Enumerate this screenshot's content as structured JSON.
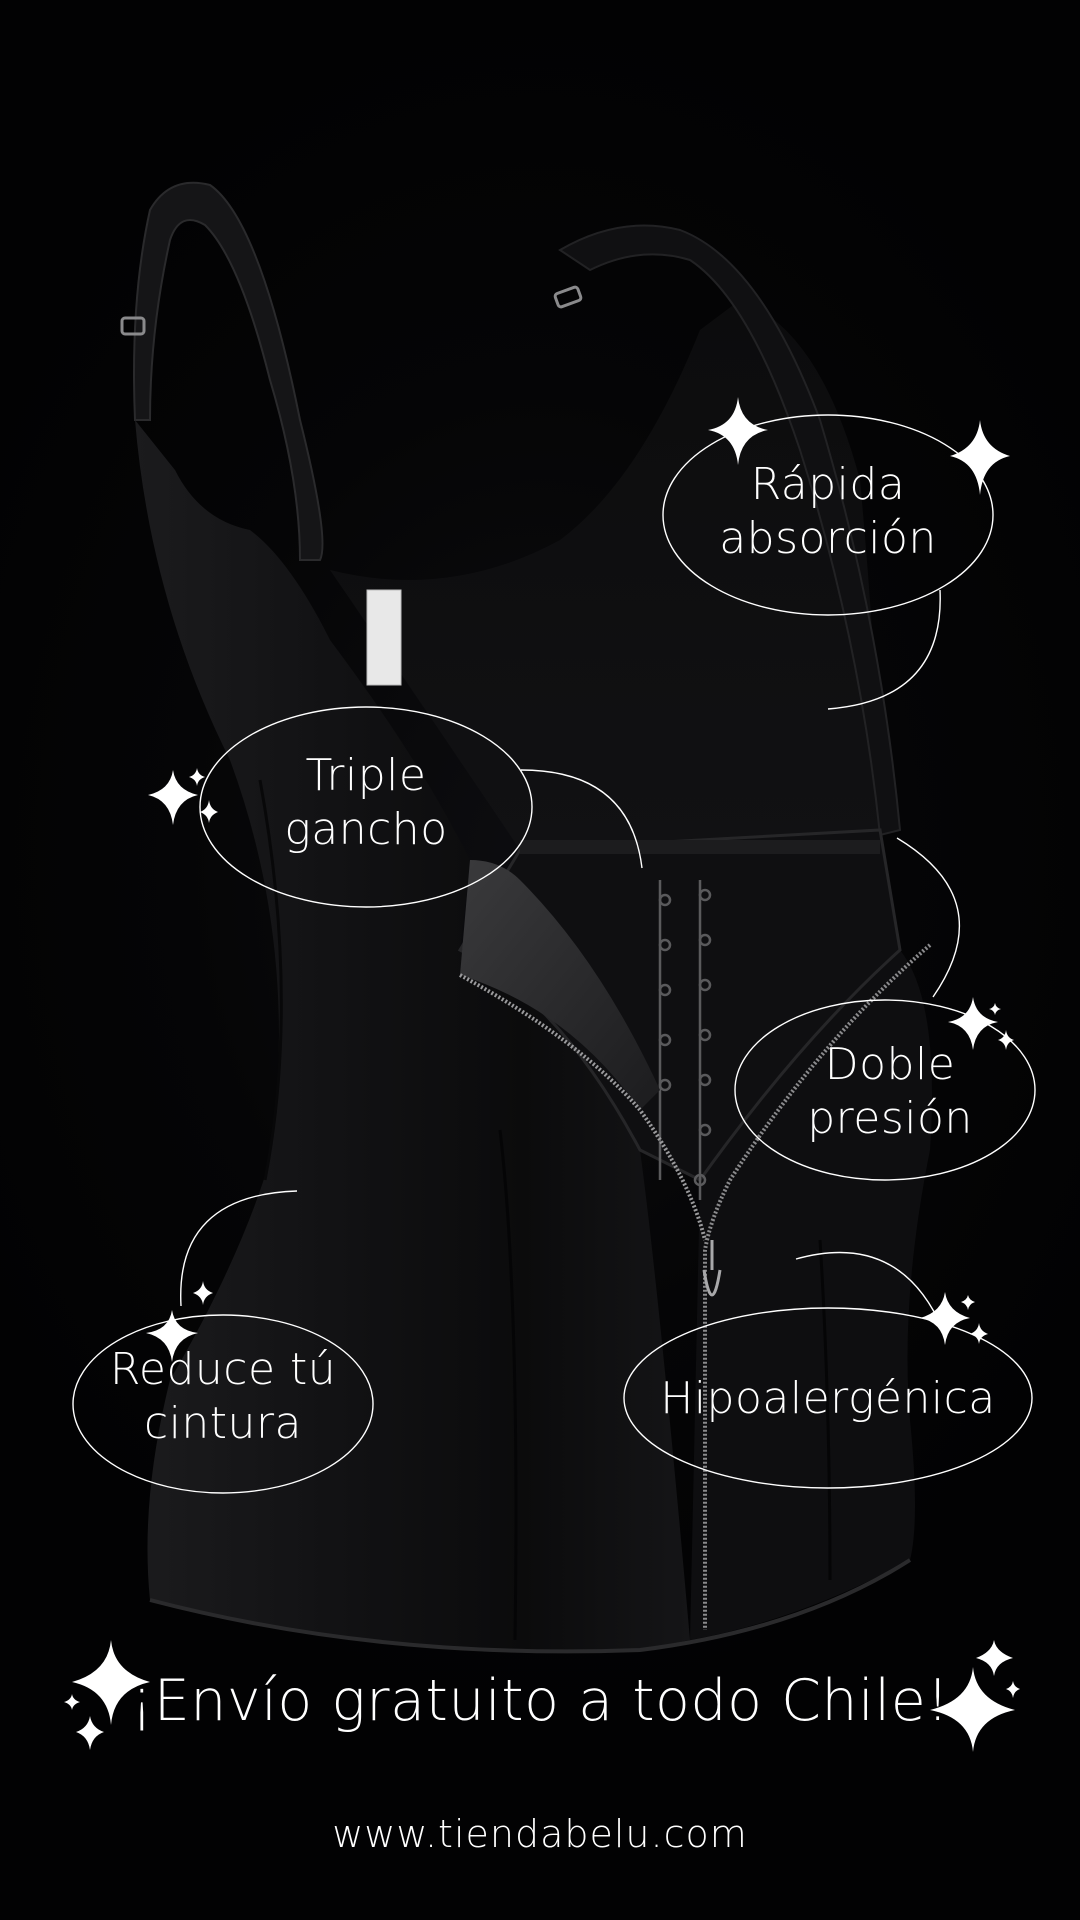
{
  "poster": {
    "background_color": "#020203",
    "text_color": "#ffffff",
    "product": "black-vest-waist-trainer",
    "features": [
      {
        "id": "rapida",
        "lines": [
          "Rápida",
          "absorción"
        ]
      },
      {
        "id": "triple",
        "lines": [
          "Triple",
          "gancho"
        ]
      },
      {
        "id": "doble",
        "lines": [
          "Doble",
          "presión"
        ]
      },
      {
        "id": "reduce",
        "lines": [
          "Reduce tú",
          "cintura"
        ]
      },
      {
        "id": "hipo",
        "lines": [
          "Hipoalergénica"
        ]
      }
    ],
    "banner": "¡Envío gratuito a todo Chile!",
    "url": "www.tiendabelu.com",
    "icons": [
      "sparkle-icon"
    ]
  }
}
